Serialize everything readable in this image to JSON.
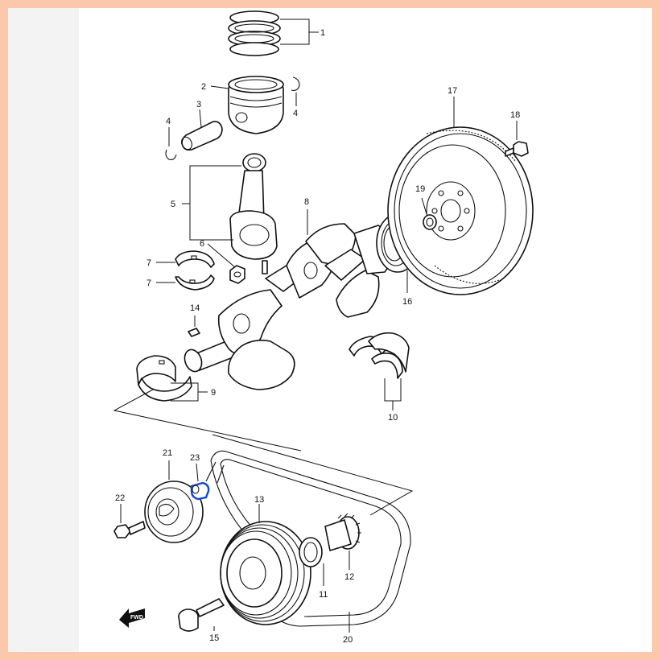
{
  "diagram": {
    "parts": [
      {
        "id": "part-1",
        "label": "1",
        "name": "piston-ring-set"
      },
      {
        "id": "part-2",
        "label": "2",
        "name": "piston"
      },
      {
        "id": "part-3",
        "label": "3",
        "name": "piston-pin"
      },
      {
        "id": "part-4a",
        "label": "4",
        "name": "piston-pin-circlip"
      },
      {
        "id": "part-4b",
        "label": "4",
        "name": "piston-pin-circlip"
      },
      {
        "id": "part-5",
        "label": "5",
        "name": "connecting-rod"
      },
      {
        "id": "part-6",
        "label": "6",
        "name": "connecting-rod-nut"
      },
      {
        "id": "part-7a",
        "label": "7",
        "name": "connecting-rod-bearing"
      },
      {
        "id": "part-7b",
        "label": "7",
        "name": "connecting-rod-bearing"
      },
      {
        "id": "part-8",
        "label": "8",
        "name": "crankshaft"
      },
      {
        "id": "part-9",
        "label": "9",
        "name": "main-bearing"
      },
      {
        "id": "part-10",
        "label": "10",
        "name": "thrust-bearing"
      },
      {
        "id": "part-12",
        "label": "12",
        "name": "crank-timing-sprocket"
      },
      {
        "id": "part-11",
        "label": "11",
        "name": "sprocket-washer"
      },
      {
        "id": "part-13",
        "label": "13",
        "name": "crankshaft-pulley"
      },
      {
        "id": "part-14",
        "label": "14",
        "name": "key"
      },
      {
        "id": "part-15",
        "label": "15",
        "name": "pulley-bolt"
      },
      {
        "id": "part-16",
        "label": "16",
        "name": "oil-seal"
      },
      {
        "id": "part-17",
        "label": "17",
        "name": "flywheel"
      },
      {
        "id": "part-18",
        "label": "18",
        "name": "flywheel-bolt"
      },
      {
        "id": "part-19",
        "label": "19",
        "name": "pilot-bearing"
      },
      {
        "id": "part-20",
        "label": "20",
        "name": "drive-belt"
      },
      {
        "id": "part-21",
        "label": "21",
        "name": "idler-pulley"
      },
      {
        "id": "part-22",
        "label": "22",
        "name": "idler-bolt"
      },
      {
        "id": "part-23",
        "label": "23",
        "name": "idler-spacer"
      }
    ],
    "fwd_label": "FWD",
    "highlight_color": "#1446d6"
  }
}
